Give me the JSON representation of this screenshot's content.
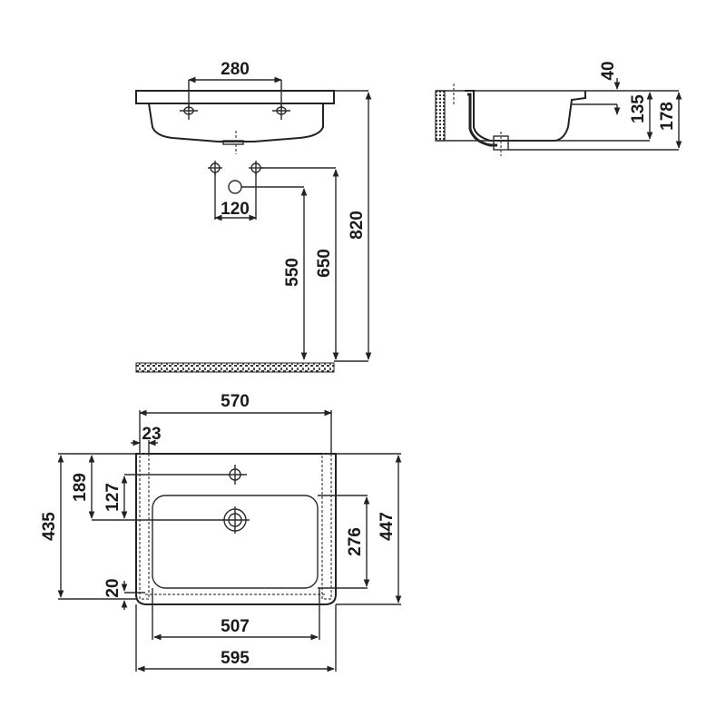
{
  "drawing": {
    "subject": "Washbasin technical dimension drawing",
    "units": "mm",
    "line_color": "#222222",
    "background": "#ffffff"
  },
  "front_view": {
    "tap_hole_spacing": "280",
    "supply_spacing": "120",
    "waste_height": "550",
    "supply_height": "650",
    "rim_height": "820"
  },
  "side_view": {
    "rim_thickness": "40",
    "bowl_depth": "135",
    "total_height": "178"
  },
  "top_view": {
    "overall_width_inner": "570",
    "side_wall": "23",
    "tap_hole_from_back": "189",
    "tap_to_drain": "127",
    "overall_depth_left": "435",
    "bowl_depth": "276",
    "overall_depth_right": "447",
    "front_rim": "20",
    "bowl_width": "507",
    "overall_width": "595"
  }
}
